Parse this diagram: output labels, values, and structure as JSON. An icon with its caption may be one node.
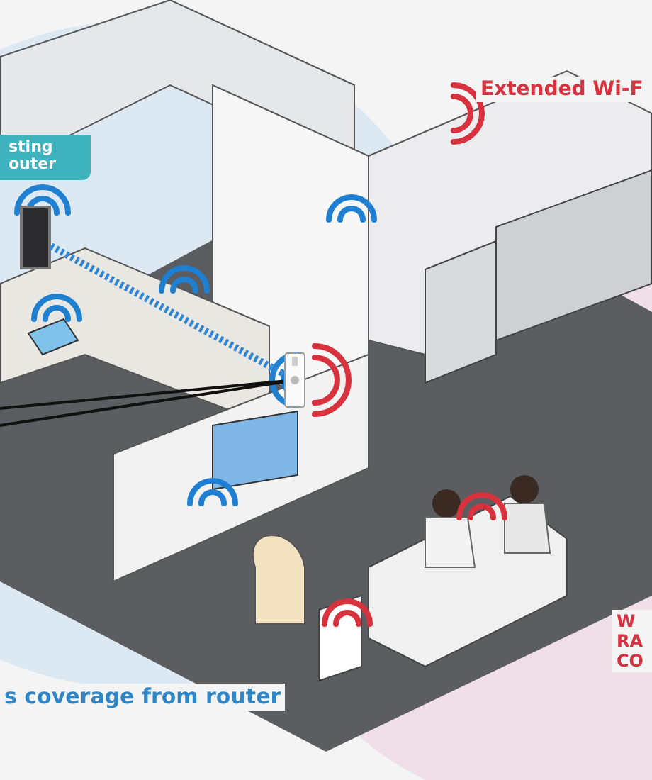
{
  "diagram": {
    "nodes": [
      {
        "text": [
          "sting outer"
        ]
      },
      {
        "text": [],
        "shape": "box"
      },
      {
        "text": [],
        "shape": "picture"
      }
    ],
    "edges": [
      {
        "from": 1,
        "to": 2,
        "arrow": "none",
        "style": "dashed",
        "color": "#2f86d6"
      },
      {
        "from": null,
        "to": 2,
        "arrow": "none"
      },
      {
        "from": null,
        "to": 2,
        "arrow": "none"
      }
    ],
    "labels": [
      "Extended Wi-F",
      "W RA CO",
      "s coverage from router"
    ]
  }
}
